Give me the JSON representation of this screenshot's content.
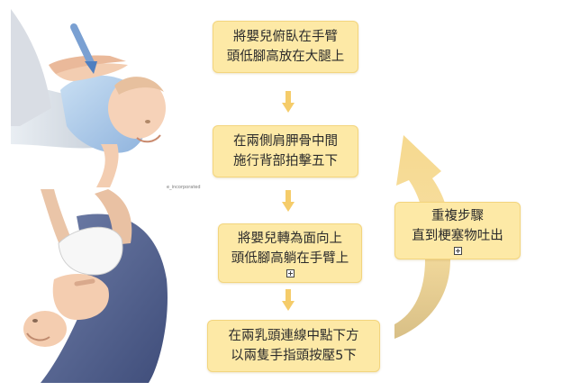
{
  "steps": [
    {
      "line1": "將嬰兒俯臥在手臂",
      "line2": "頭低腳高放在大腿上"
    },
    {
      "line1": "在兩側肩胛骨中間",
      "line2": "施行背部拍擊五下"
    },
    {
      "line1": "將嬰兒轉為面向上",
      "line2": "頭低腳高躺在手臂上"
    },
    {
      "line1": "在兩乳頭連線中點下方",
      "line2": "以兩隻手指頭按壓5下"
    }
  ],
  "repeat": {
    "line1": "重複步驟",
    "line2": "直到梗塞物吐出"
  },
  "image_caption": "e_incorporated",
  "colors": {
    "box_fill": "#fde9a6",
    "arrow": "#f5cc6a",
    "curve_arrow": "#f6dc92"
  }
}
